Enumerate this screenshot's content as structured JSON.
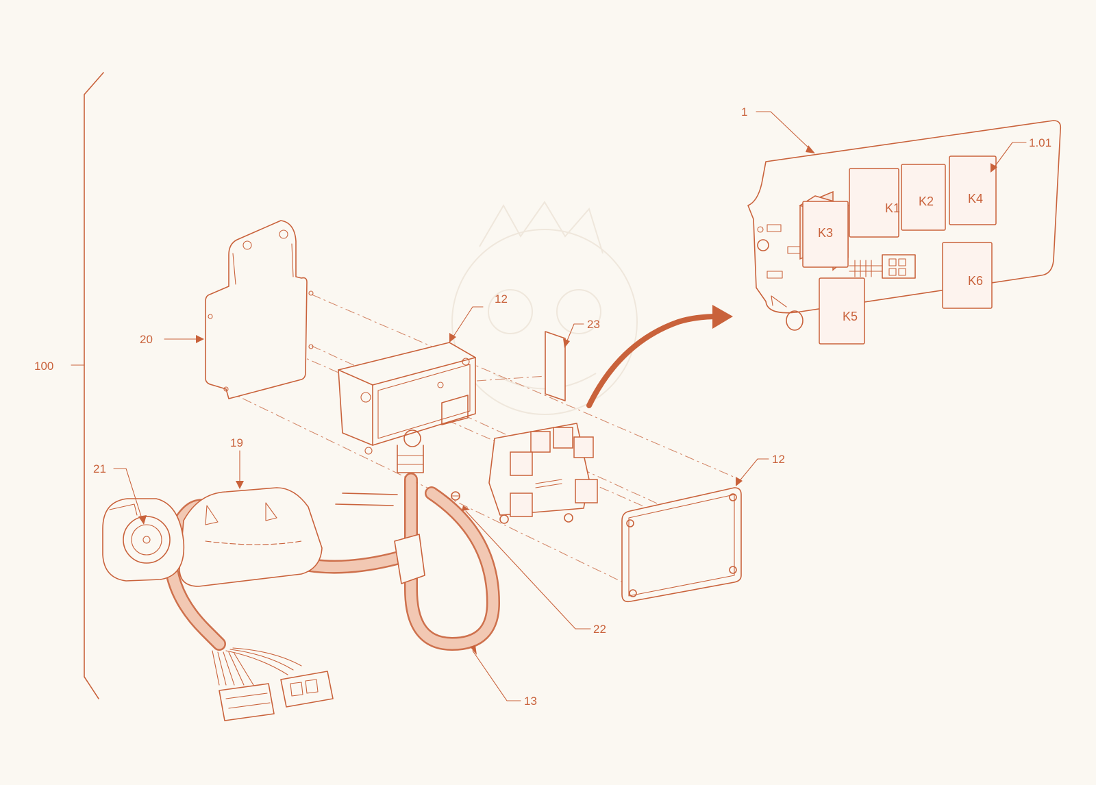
{
  "figure": {
    "stroke_color": "#c9623b",
    "background_color": "#fbf8f2",
    "callouts": [
      {
        "id": "c100",
        "label": "100",
        "part": "assembly"
      },
      {
        "id": "c20",
        "label": "20",
        "part": "mounting-plate"
      },
      {
        "id": "c12a",
        "label": "12",
        "part": "enclosure-box"
      },
      {
        "id": "c23",
        "label": "23",
        "part": "label-sticker"
      },
      {
        "id": "c12b",
        "label": "12",
        "part": "enclosure-lid"
      },
      {
        "id": "c19",
        "label": "19",
        "part": "cable-cover"
      },
      {
        "id": "c21",
        "label": "21",
        "part": "socket-plug"
      },
      {
        "id": "c22",
        "label": "22",
        "part": "screw"
      },
      {
        "id": "c13",
        "label": "13",
        "part": "cable-harness"
      },
      {
        "id": "c1",
        "label": "1",
        "part": "relay-board"
      },
      {
        "id": "c101",
        "label": "1.01",
        "part": "relay"
      }
    ],
    "relays": [
      "K1",
      "K2",
      "K3",
      "K4",
      "K5",
      "K6"
    ]
  }
}
